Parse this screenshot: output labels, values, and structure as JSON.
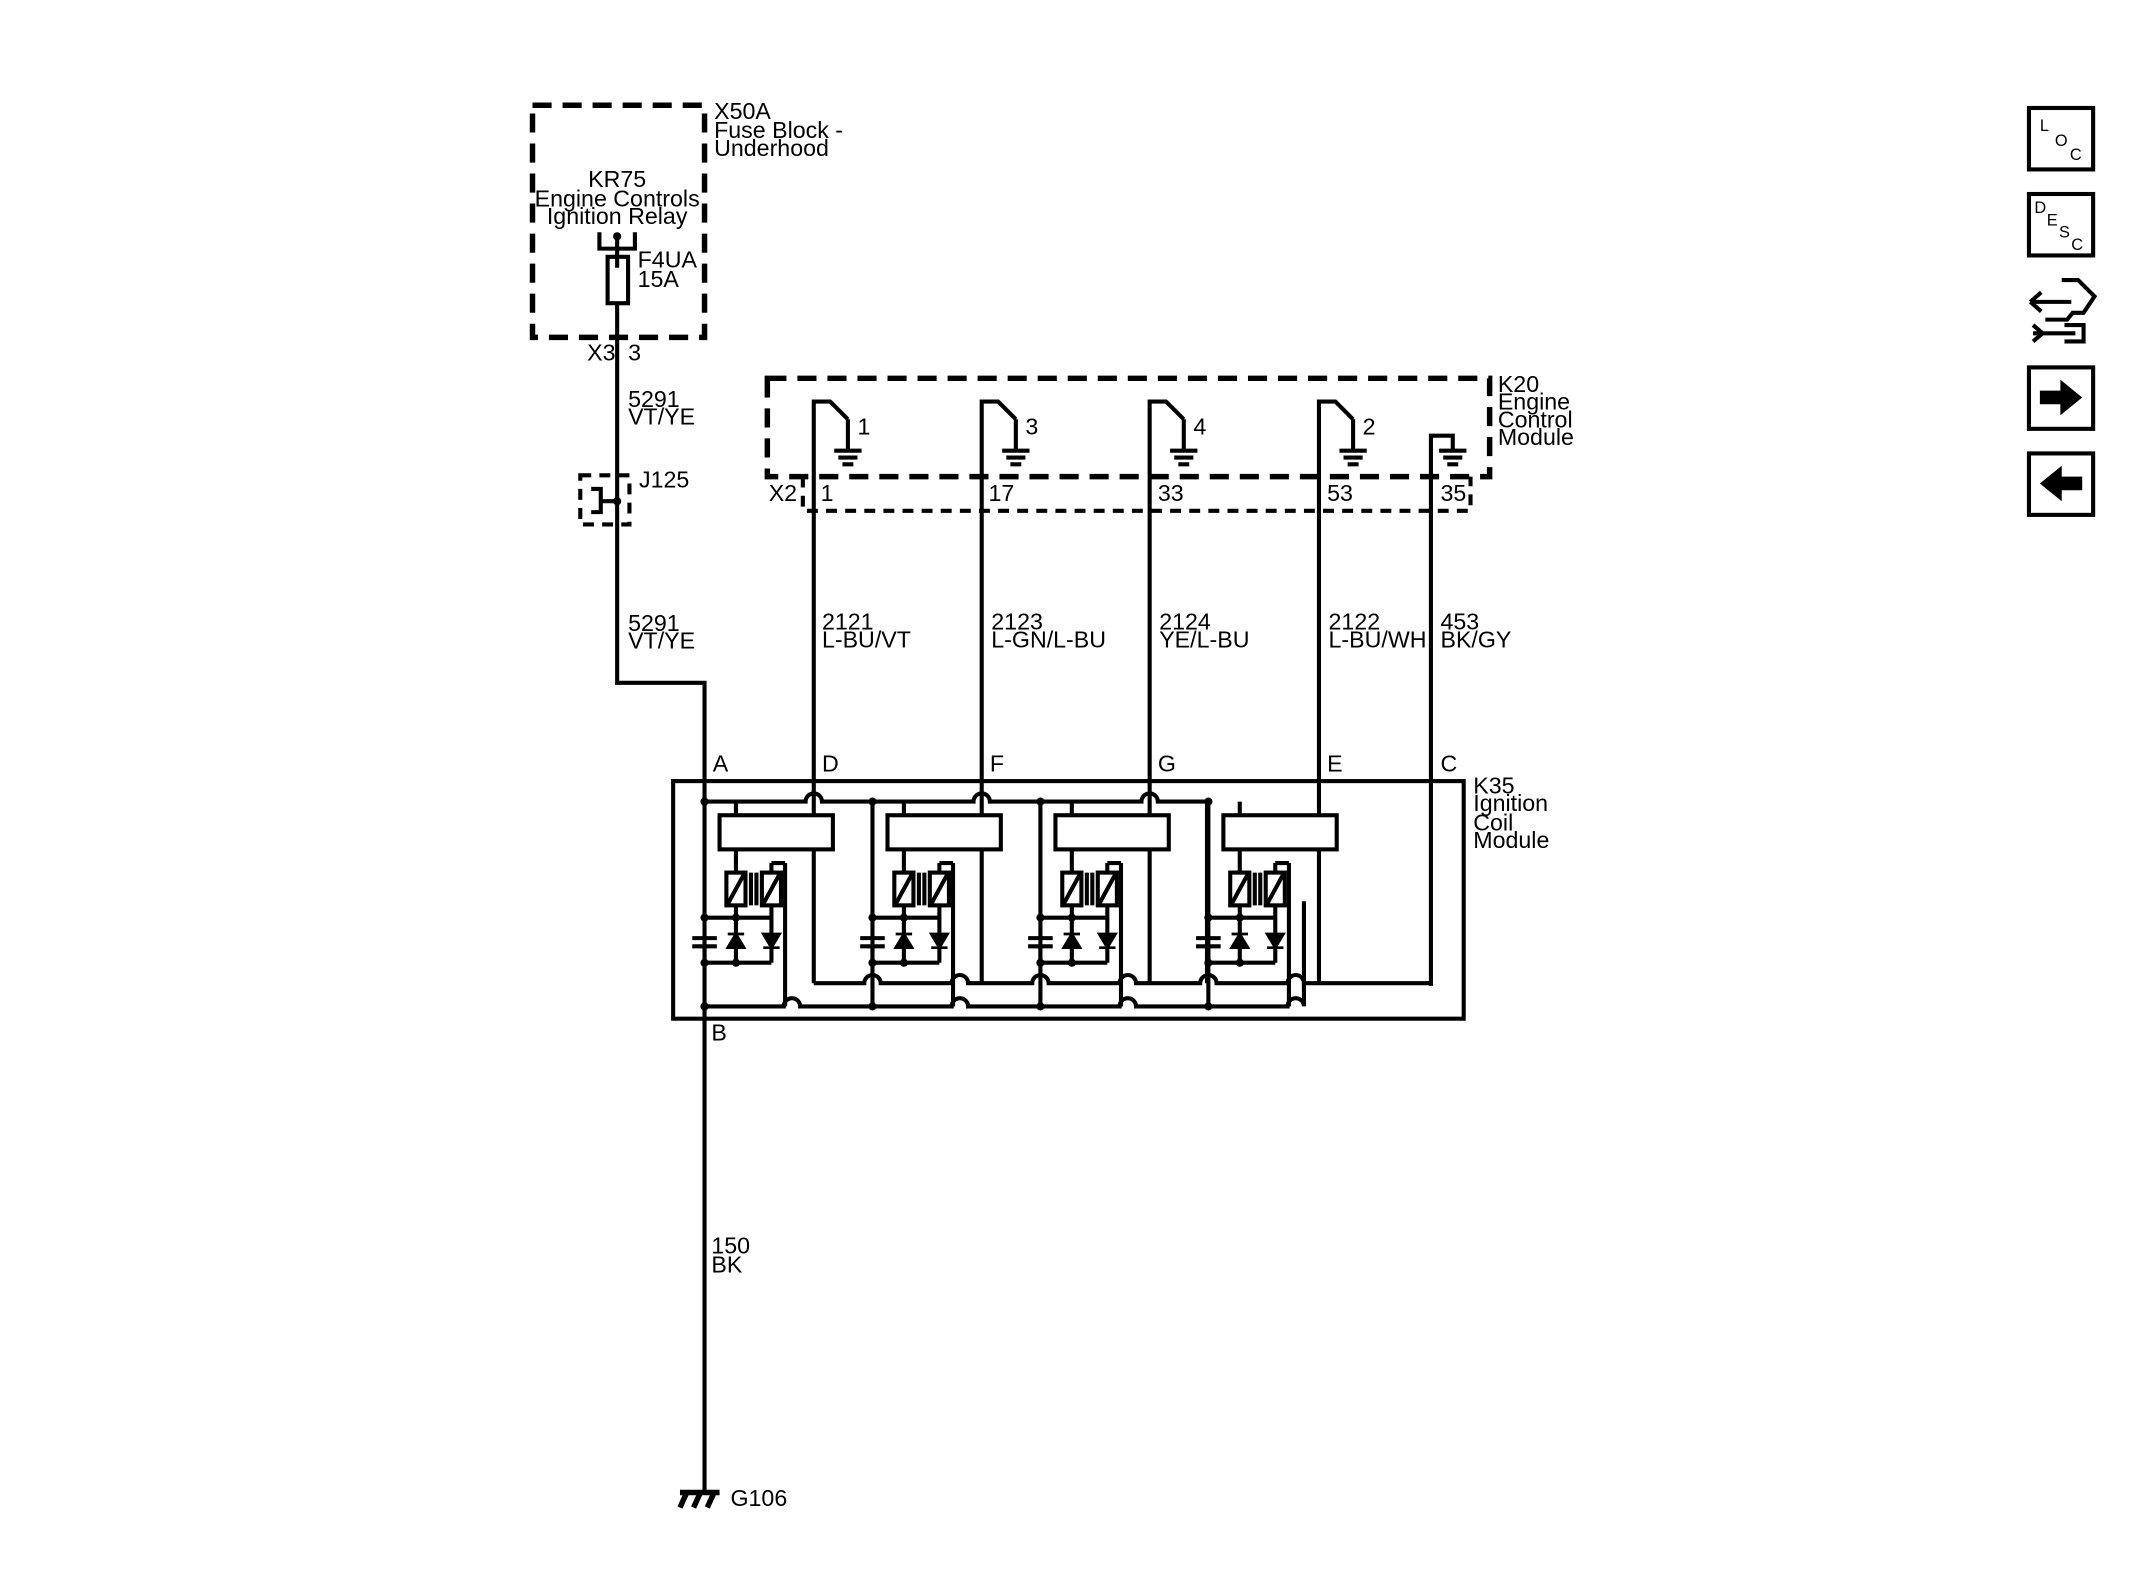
{
  "fuse_block": {
    "id": "X50A",
    "name_line1": "Fuse Block -",
    "name_line2": "Underhood",
    "relay_id": "KR75",
    "relay_line1": "Engine Controls",
    "relay_line2": "Ignition Relay",
    "fuse_id": "F4UA",
    "fuse_rating": "15A",
    "connector": "X3",
    "pin": "3"
  },
  "wire_5291_upper": {
    "circuit": "5291",
    "color": "VT/YE"
  },
  "splice": {
    "id": "J125"
  },
  "wire_5291_lower": {
    "circuit": "5291",
    "color": "VT/YE"
  },
  "ecm": {
    "id": "K20",
    "name_line1": "Engine",
    "name_line2": "Control",
    "name_line3": "Module",
    "connector": "X2",
    "drivers": [
      {
        "cyl": "1",
        "pin": "1"
      },
      {
        "cyl": "3",
        "pin": "17"
      },
      {
        "cyl": "4",
        "pin": "33"
      },
      {
        "cyl": "2",
        "pin": "53"
      }
    ],
    "ground_pin": "35"
  },
  "wires": [
    {
      "circuit": "2121",
      "color": "L-BU/VT"
    },
    {
      "circuit": "2123",
      "color": "L-GN/L-BU"
    },
    {
      "circuit": "2124",
      "color": "YE/L-BU"
    },
    {
      "circuit": "2122",
      "color": "L-BU/WH"
    },
    {
      "circuit": "453",
      "color": "BK/GY"
    }
  ],
  "coil_module": {
    "id": "K35",
    "name_line1": "Ignition",
    "name_line2": "Coil",
    "name_line3": "Module",
    "pins": {
      "a": "A",
      "d": "D",
      "f": "F",
      "g": "G",
      "e": "E",
      "c": "C",
      "b": "B"
    }
  },
  "ground_wire": {
    "circuit": "150",
    "color": "BK"
  },
  "ground": {
    "id": "G106"
  },
  "toolbar": {
    "loc_label": [
      "L",
      "O",
      "C"
    ],
    "desc_label": [
      "D",
      "E",
      "S",
      "C"
    ]
  }
}
